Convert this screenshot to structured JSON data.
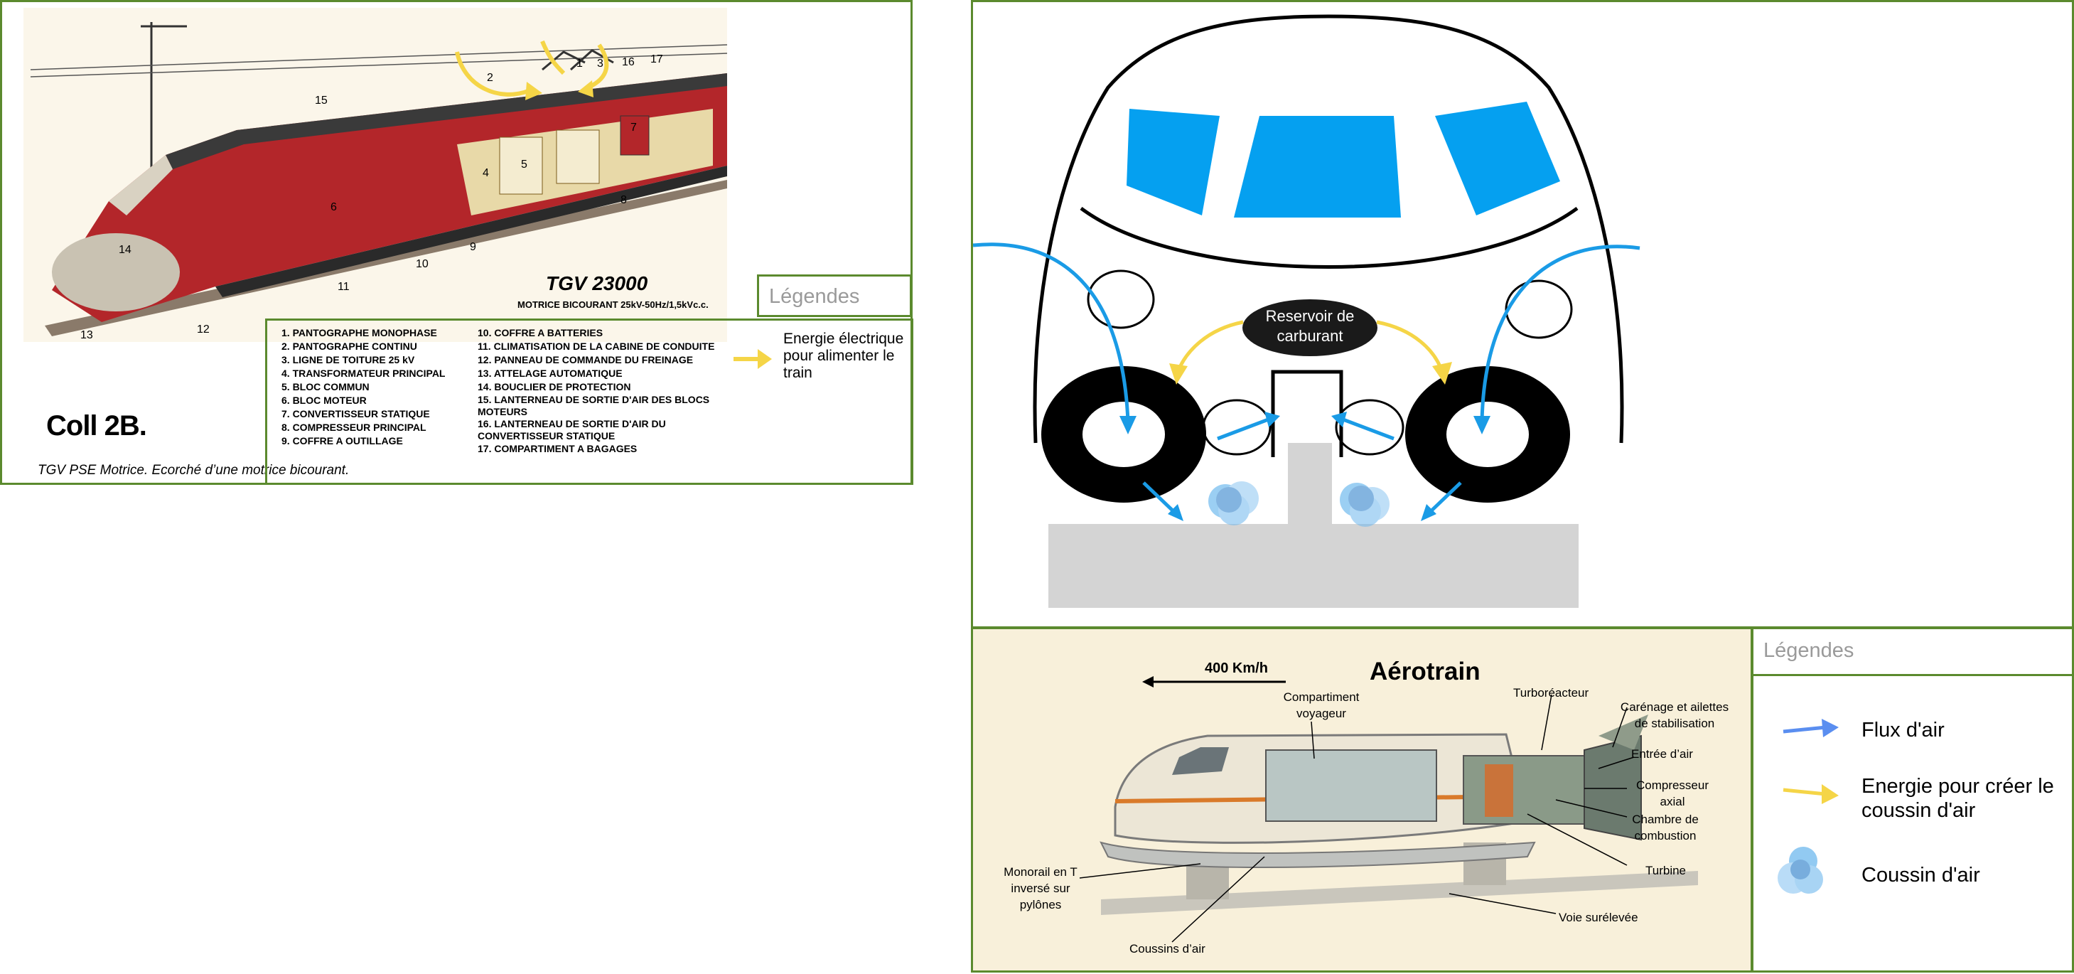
{
  "tgv": {
    "model_title": "TGV 23000",
    "model_subtitle": "MOTRICE BICOURANT 25kV-50Hz/1,5kVc.c.",
    "collection": "Coll 2B.",
    "caption": "TGV PSE Motrice. Ecorché d’une motrice bicourant.",
    "legend_title": "Légendes",
    "legend_energy": "Energie électrique pour alimenter le train",
    "parts_left": [
      "1. PANTOGRAPHE MONOPHASE",
      "2. PANTOGRAPHE CONTINU",
      "3. LIGNE DE TOITURE 25 kV",
      "4. TRANSFORMATEUR PRINCIPAL",
      "5. BLOC COMMUN",
      "6. BLOC MOTEUR",
      "7. CONVERTISSEUR STATIQUE",
      "8. COMPRESSEUR PRINCIPAL",
      "9. COFFRE A OUTILLAGE"
    ],
    "parts_right": [
      "10. COFFRE A BATTERIES",
      "11. CLIMATISATION DE LA CABINE DE CONDUITE",
      "12. PANNEAU DE COMMANDE DU FREINAGE",
      "13. ATTELAGE AUTOMATIQUE",
      "14. BOUCLIER DE PROTECTION",
      "15. LANTERNEAU DE SORTIE D'AIR DES BLOCS MOTEURS",
      "16. LANTERNEAU DE SORTIE D'AIR DU CONVERTISSEUR STATIQUE",
      "17. COMPARTIMENT A BAGAGES"
    ],
    "callouts": [
      "1",
      "2",
      "3",
      "4",
      "5",
      "6",
      "7",
      "8",
      "9",
      "10",
      "11",
      "12",
      "13",
      "14",
      "15",
      "16",
      "17"
    ]
  },
  "hover": {
    "tank_label": "Reservoir de carburant"
  },
  "aero": {
    "title": "Aérotrain",
    "speed": "400 Km/h",
    "labels": {
      "compartment": "Compartiment voyageur",
      "turbojet": "Turboréacteur",
      "fairing": "Carénage et ailettes de stabilisation",
      "intake": "Entrée d’air",
      "compressor": "Compresseur axial",
      "combustion": "Chambre de combustion",
      "turbine": "Turbine",
      "monorail": "Monorail en T inversé sur pylônes",
      "cushions": "Coussins d’air",
      "track": "Voie surélevée"
    }
  },
  "legend2": {
    "title": "Légendes",
    "airflow": "Flux d'air",
    "energy": "Energie pour créer le coussin d'air",
    "cushion": "Coussin d'air"
  },
  "colors": {
    "border": "#5b8a2e",
    "blue": "#1a9be6",
    "yellow": "#f5d547",
    "window_blue": "#05a0f0",
    "ground": "#d4d4d4",
    "tgv_red": "#b3262a"
  }
}
